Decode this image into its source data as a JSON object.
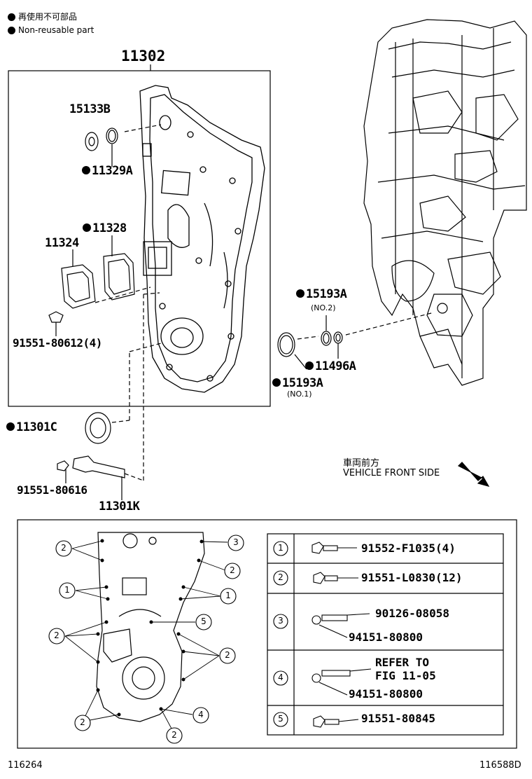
{
  "legend": {
    "jp_label": "再使用不可部品",
    "en_label": "Non-reusable part"
  },
  "parts": {
    "main_cover": "11302",
    "p15133B": "15133B",
    "p11329A": "11329A",
    "p11328": "11328",
    "p11324": "11324",
    "p91551_80612": "91551-80612(4)",
    "p15193A_no2": "15193A",
    "no2_label": "(NO.2)",
    "p11496A": "11496A",
    "p15193A_no1": "15193A",
    "no1_label": "(NO.1)",
    "p11301C": "11301C",
    "p91551_80616": "91551-80616",
    "p11301K": "11301K"
  },
  "direction": {
    "jp": "車両前方",
    "en": "VEHICLE FRONT SIDE"
  },
  "bolt_table": {
    "rows": [
      {
        "num": "1",
        "parts": [
          "91552-F1035(4)"
        ]
      },
      {
        "num": "2",
        "parts": [
          "91551-L0830(12)"
        ]
      },
      {
        "num": "3",
        "parts": [
          "90126-08058",
          "94151-80800"
        ]
      },
      {
        "num": "4",
        "parts": [
          "REFER TO",
          "FIG 11-05",
          "94151-80800"
        ]
      },
      {
        "num": "5",
        "parts": [
          "91551-80845"
        ]
      }
    ]
  },
  "callouts": {
    "c2a": "2",
    "c3": "3",
    "c2b": "2",
    "c1a": "1",
    "c1b": "1",
    "c5": "5",
    "c2c": "2",
    "c2d": "2",
    "c2e": "2",
    "c4": "4",
    "c2f": "2"
  },
  "footer": {
    "left": "116264",
    "right": "116588D"
  }
}
